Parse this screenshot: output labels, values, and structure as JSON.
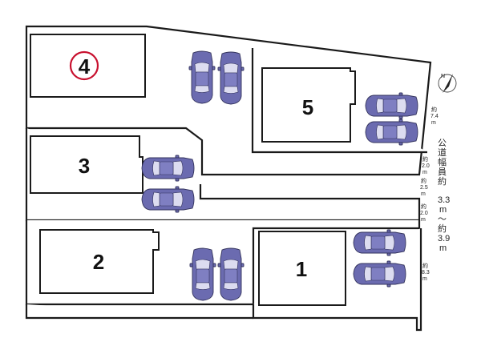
{
  "lots": [
    {
      "id": "lot-1",
      "number": "1"
    },
    {
      "id": "lot-2",
      "number": "2"
    },
    {
      "id": "lot-3",
      "number": "3"
    },
    {
      "id": "lot-4",
      "number": "4",
      "highlighted": true
    },
    {
      "id": "lot-5",
      "number": "5"
    }
  ],
  "frontage_labels": [
    {
      "id": "lot5-frontage",
      "lines": [
        "約",
        "7.4",
        "m"
      ]
    },
    {
      "id": "upper-alley-width",
      "lines": [
        "約",
        "2.0",
        "m"
      ]
    },
    {
      "id": "lot3-frontage",
      "lines": [
        "約",
        "2.5",
        "m"
      ]
    },
    {
      "id": "lower-alley-width",
      "lines": [
        "約",
        "2.0",
        "m"
      ]
    },
    {
      "id": "lot1-frontage",
      "lines": [
        "約",
        "8.3",
        "m"
      ]
    }
  ],
  "road_label": {
    "prefix": "公道幅員約",
    "first_width": "3.3",
    "unit": "m",
    "tilde": "～",
    "approx": "約",
    "second_width": "3.9"
  },
  "compass": {
    "letter": "N"
  },
  "colors": {
    "car": "#6b6bb0",
    "highlight_circle": "#c8102e"
  }
}
